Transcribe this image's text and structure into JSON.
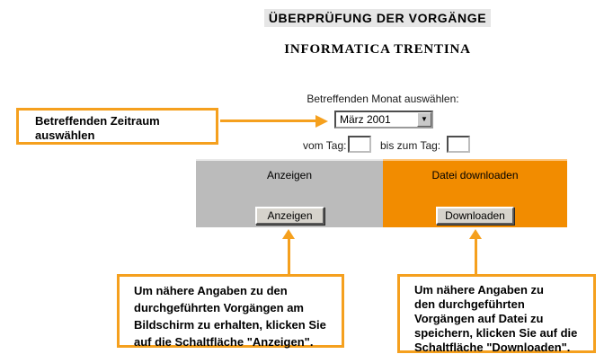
{
  "header": {
    "title": "ÜBERPRÜFUNG DER VORGÄNGE",
    "subtitle": "INFORMATICA TRENTINA"
  },
  "form": {
    "month_label": "Betreffenden Monat auswählen:",
    "month_value": "März 2001",
    "from_day_label": "vom Tag:",
    "from_day_value": "",
    "to_day_label": "bis zum Tag:",
    "to_day_value": ""
  },
  "panels": {
    "anzeigen": {
      "heading": "Anzeigen",
      "button": "Anzeigen"
    },
    "download": {
      "heading": "Datei downloaden",
      "button": "Downloaden"
    }
  },
  "callouts": {
    "zeitraum": "Betreffenden Zeitraum\nauswählen",
    "anzeigen_hint": "Um nähere Angaben zu den\ndurchgeführten Vorgängen am\nBildschirm zu erhalten, klicken Sie\nauf die Schaltfläche \"Anzeigen\".",
    "download_hint": "Um nähere Angaben zu\nden durchgeführten\nVorgängen auf Datei zu\nspeichern, klicken Sie auf die\nSchaltfläche \"Downloaden\"."
  },
  "icons": {
    "dropdown_arrow": "▼"
  },
  "colors": {
    "accent_orange": "#F5A01E",
    "panel_orange": "#F28C00",
    "panel_gray": "#BBBBBB",
    "title_highlight": "#E6E6E6",
    "button_face": "#D6D3CC"
  }
}
